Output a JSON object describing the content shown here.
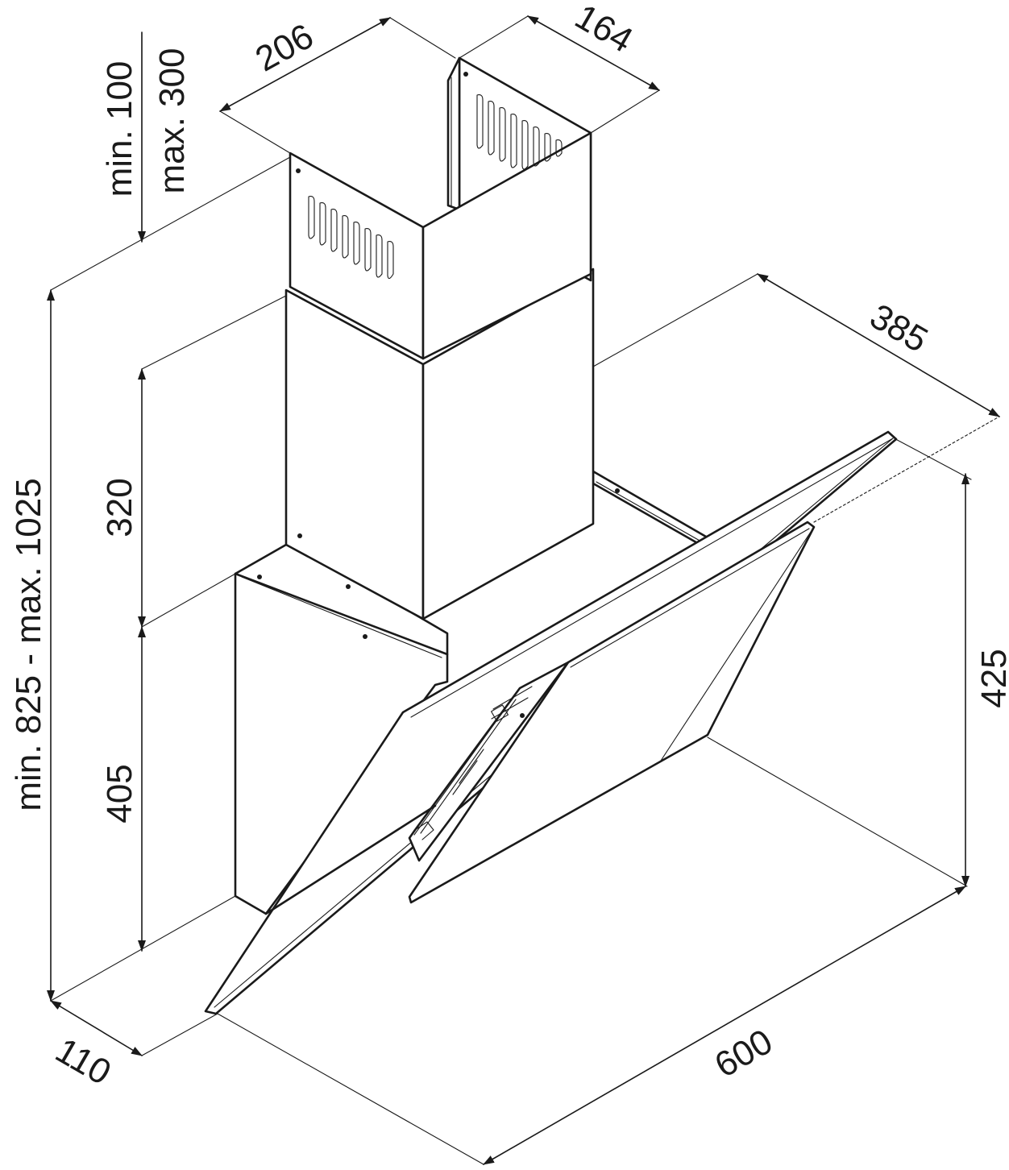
{
  "dimensions": {
    "chimney_width": "206",
    "chimney_depth": "164",
    "chimney_extension_min": "min. 100",
    "chimney_extension_max": "max. 300",
    "upper_chimney_height": "320",
    "lower_body_height": "405",
    "total_height": "min. 825 - max. 1025",
    "hood_depth": "385",
    "glass_panel_height": "425",
    "bottom_depth": "110",
    "hood_width": "600"
  },
  "colors": {
    "line": "#1a1a1a",
    "background": "#ffffff"
  }
}
